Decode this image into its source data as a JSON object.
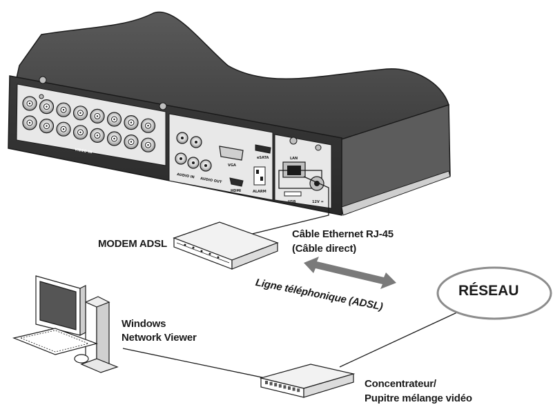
{
  "labels": {
    "modem": "MODEM ADSL",
    "cable_line1": "Câble Ethernet RJ-45",
    "cable_line2": "(Câble direct)",
    "phone_line": "Ligne téléphonique (ADSL)",
    "network": "RÉSEAU",
    "viewer_line1": "Windows",
    "viewer_line2": "Network Viewer",
    "hub_line1": "Concentrateur/",
    "hub_line2": "Pupitre mélange vidéo"
  },
  "dvr_panel": {
    "video_in": "VIDEO IN",
    "audio_in": "AUDIO IN",
    "audio_out": "AUDIO OUT",
    "vga": "VGA",
    "hdmi": "HDMI",
    "esata": "eSATA",
    "lan": "LAN",
    "usb": "USB",
    "alarm": "ALARM",
    "power": "12V ="
  },
  "colors": {
    "device_body": "#4a4a4a",
    "device_panel": "#e8e8e8",
    "outline": "#1a1a1a",
    "arrow": "#7a7a7a",
    "network_ellipse": "#8c8c8c"
  }
}
